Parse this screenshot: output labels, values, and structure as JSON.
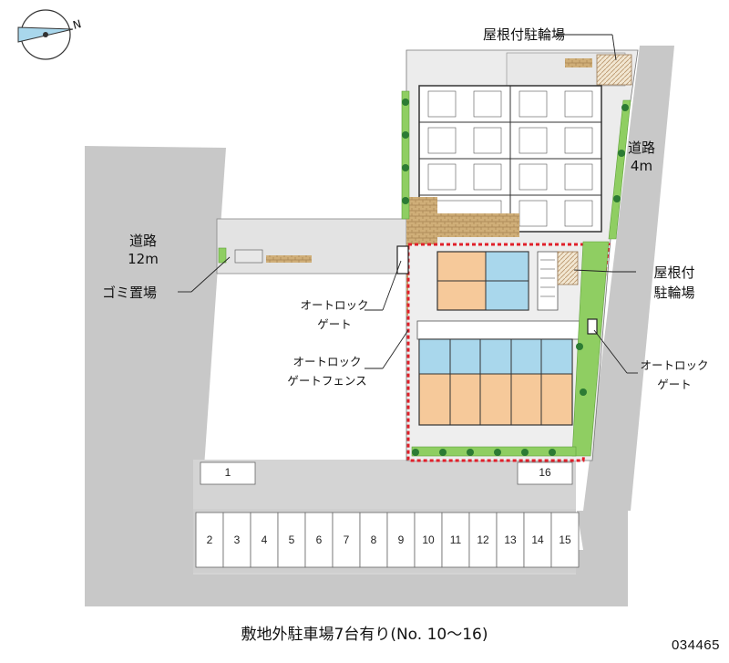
{
  "compass": {
    "north_label": "N",
    "icon": "compass-icon"
  },
  "roads": {
    "main": {
      "line1": "道路",
      "line2": "12m"
    },
    "side": {
      "line1": "道路",
      "line2": "4m"
    }
  },
  "labels": {
    "roof_bike_top": "屋根付駐輪場",
    "roof_bike_right_line1": "屋根付",
    "roof_bike_right_line2": "駐輪場",
    "garbage": "ゴミ置場",
    "autolock_gate_left_line1": "オートロック",
    "autolock_gate_left_line2": "ゲート",
    "autolock_fence_line1": "オートロック",
    "autolock_fence_line2": "ゲートフェンス",
    "autolock_gate_right_line1": "オートロック",
    "autolock_gate_right_line2": "ゲート"
  },
  "parking": {
    "row_slots": [
      "2",
      "3",
      "4",
      "5",
      "6",
      "7",
      "8",
      "9",
      "10",
      "11",
      "12",
      "13",
      "14",
      "15"
    ],
    "slot_1": "1",
    "slot_16": "16"
  },
  "caption": "敷地外駐車場7台有り(No. 10～16)",
  "property_code": "034465",
  "colors": {
    "ground": "#c8c8c8",
    "light_ground": "#e6e6e6",
    "lot": "#d2d2d2",
    "hedge": "#8fce62",
    "tree": "#2c7b34",
    "unit_orange": "#f6c99a",
    "unit_blue": "#a9d7ec",
    "fence_red": "#e0202a",
    "brick": "#c9a770"
  }
}
